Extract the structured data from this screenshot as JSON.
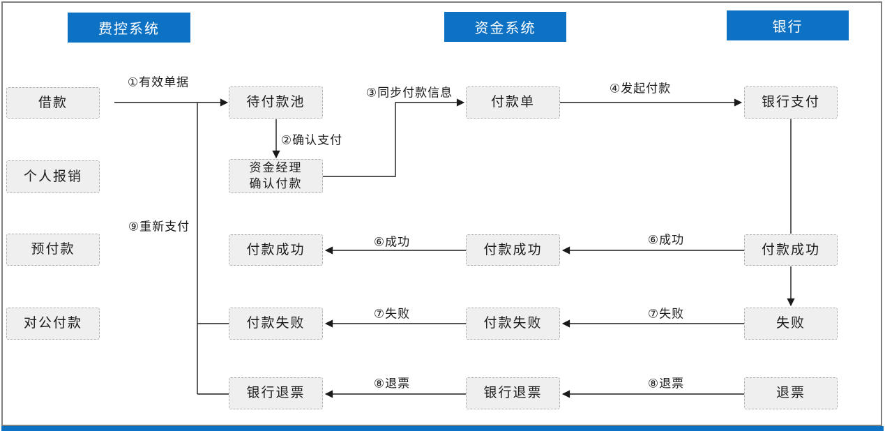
{
  "headers": {
    "expense_system": "费控系统",
    "treasury_system": "资金系统",
    "bank": "银行"
  },
  "nodes": {
    "loan": "借款",
    "personal_reimbursement": "个人报销",
    "prepayment": "预付款",
    "corporate_payment": "对公付款",
    "pending_payment_pool": "待付款池",
    "manager_confirm": "资金经理\n确认付款",
    "pay_success_expense": "付款成功",
    "pay_fail_expense": "付款失败",
    "bank_refund_expense": "银行退票",
    "payment_order": "付款单",
    "pay_success_treasury": "付款成功",
    "pay_fail_treasury": "付款失败",
    "bank_refund_treasury": "银行退票",
    "bank_payment": "银行支付",
    "pay_success_bank": "付款成功",
    "fail_bank": "失败",
    "refund_bank": "退票"
  },
  "edge_labels": {
    "e1": "①有效单据",
    "e2": "②确认支付",
    "e3": "③同步付款信息",
    "e4": "④发起付款",
    "e6_right": "⑥成功",
    "e6_left": "⑥成功",
    "e7_right": "⑦失败",
    "e7_left": "⑦失败",
    "e8_right": "⑧退票",
    "e8_left": "⑧退票",
    "e9": "⑨重新支付"
  },
  "connections": [
    {
      "from": "借款/个人报销/预付款/对公付款",
      "to": "待付款池",
      "label": "①有效单据"
    },
    {
      "from": "待付款池",
      "to": "资金经理确认付款",
      "label": "②确认支付"
    },
    {
      "from": "资金经理确认付款",
      "to": "付款单",
      "label": "③同步付款信息"
    },
    {
      "from": "付款单",
      "to": "银行支付",
      "label": "④发起付款"
    },
    {
      "from": "银行支付",
      "to": "付款成功(银行)",
      "label": ""
    },
    {
      "from": "付款成功(银行)",
      "to": "付款成功(资金系统)",
      "label": "⑥成功"
    },
    {
      "from": "付款成功(资金系统)",
      "to": "付款成功(费控系统)",
      "label": "⑥成功"
    },
    {
      "from": "付款成功(银行)",
      "to": "失败(银行)",
      "label": ""
    },
    {
      "from": "失败(银行)",
      "to": "付款失败(资金系统)",
      "label": "⑦失败"
    },
    {
      "from": "付款失败(资金系统)",
      "to": "付款失败(费控系统)",
      "label": "⑦失败"
    },
    {
      "from": "退票(银行)",
      "to": "银行退票(资金系统)",
      "label": "⑧退票"
    },
    {
      "from": "银行退票(资金系统)",
      "to": "银行退票(费控系统)",
      "label": "⑧退票"
    },
    {
      "from": "付款失败/银行退票(费控系统)",
      "to": "待付款池",
      "label": "⑨重新支付"
    }
  ],
  "colors": {
    "header_bg": "#0d72c4",
    "node_bg": "#efefef",
    "node_border": "#b0b0b0",
    "line": "#1a1a1a",
    "frame_border": "#7f7f7f",
    "bottom_bar": "#0d72c4"
  }
}
